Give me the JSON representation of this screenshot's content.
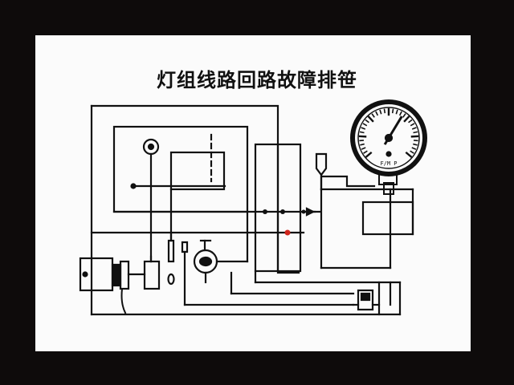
{
  "diagram": {
    "title": "灯组线路回路故障排笹",
    "gauge": {
      "label": "F/M P",
      "needle_level": 0.62,
      "tick_count": 30
    },
    "colors": {
      "background": "#0e0b0b",
      "panel": "#fbfbfb",
      "line": "#111111",
      "junction_red": "#d0261d"
    }
  }
}
